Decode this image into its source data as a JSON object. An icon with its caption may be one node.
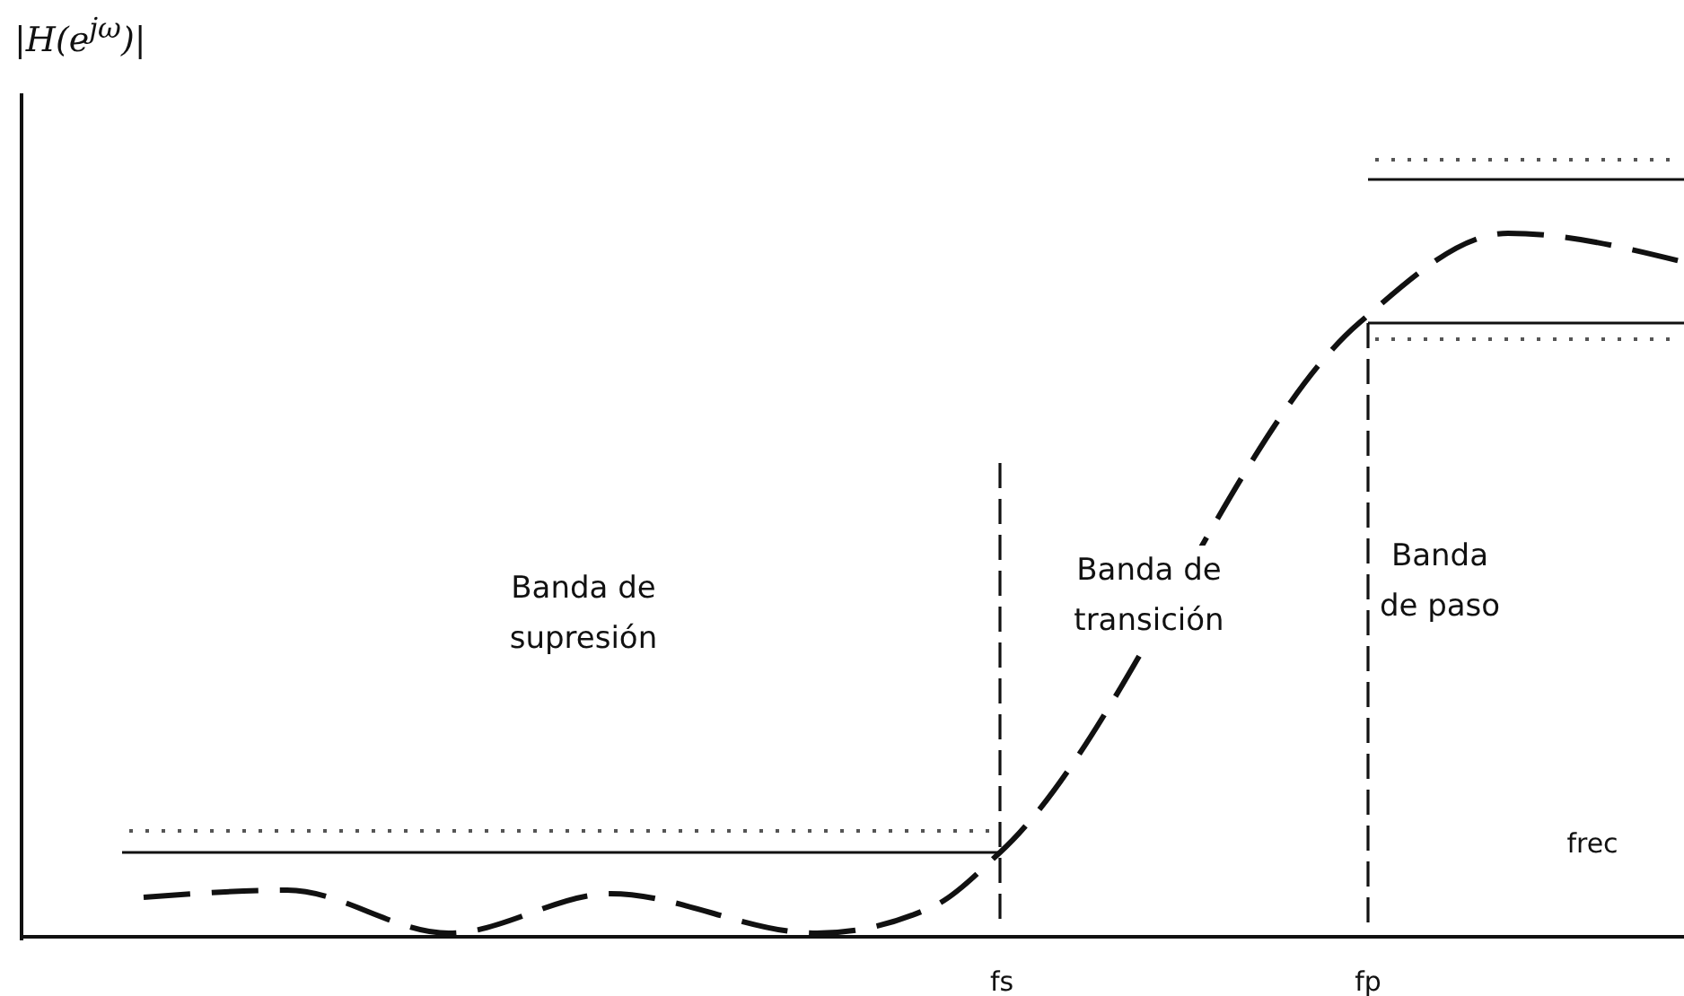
{
  "diagram": {
    "labels": [
      "|H(e$^{jω}$)|",
      "Banda de supresión",
      "Banda de transición",
      "Banda de paso",
      "frec",
      "fs",
      "fp"
    ]
  }
}
